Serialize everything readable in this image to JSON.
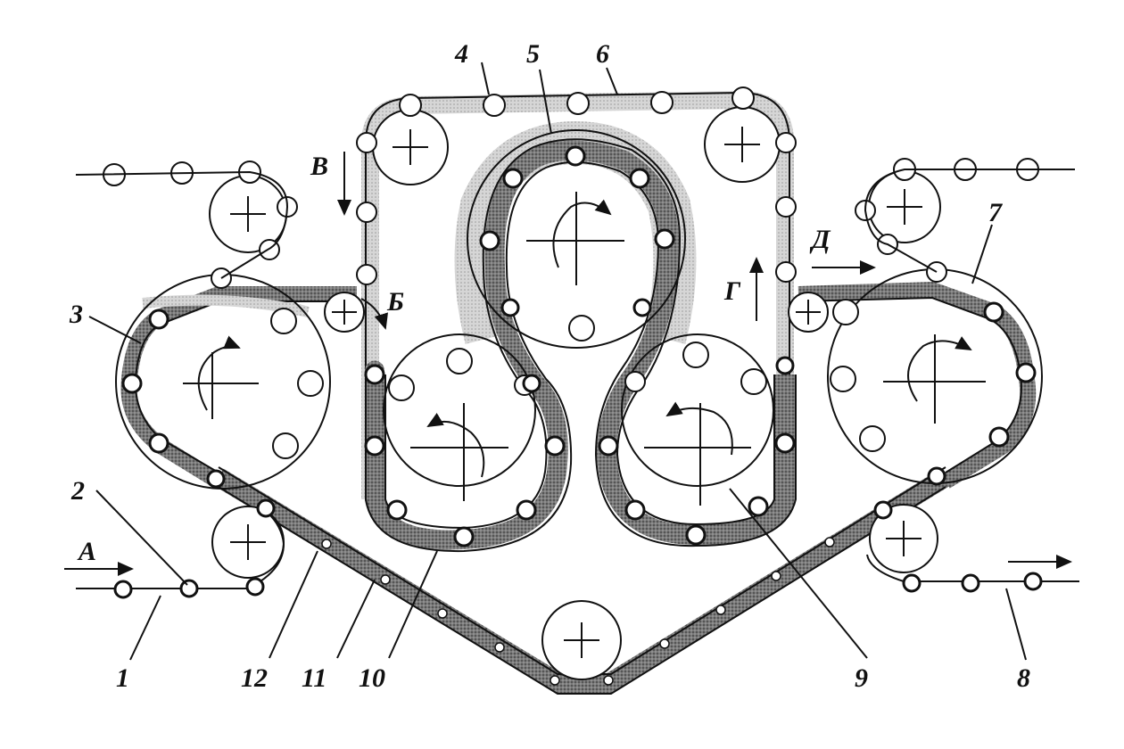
{
  "labels": {
    "n1": "1",
    "n2": "2",
    "n3": "3",
    "n4": "4",
    "n5": "5",
    "n6": "6",
    "n7": "7",
    "n8": "8",
    "n9": "9",
    "n10": "10",
    "n11": "11",
    "n12": "12",
    "A": "А",
    "B_": "Б",
    "V": "В",
    "G": "Г",
    "D": "Д"
  },
  "colors": {
    "ink": "#111111",
    "belt_dark": "#8a8a8a",
    "belt_light": "#cfcfcf",
    "background": "#ffffff"
  }
}
